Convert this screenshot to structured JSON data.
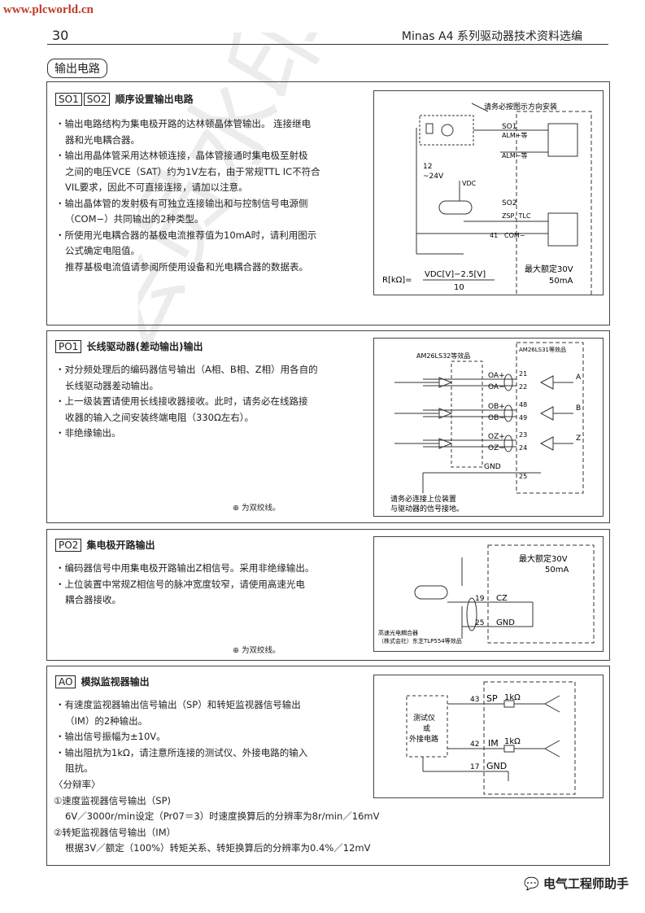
{
  "header": {
    "site": "www.plcworld.cn",
    "page_number": "30",
    "doc_title": "Minas A4 系列驱动器技术资料选编"
  },
  "section_chip": "输出电路",
  "so": {
    "tags": [
      "SO1",
      "SO2"
    ],
    "title": "顺序设置输出电路",
    "bullets": [
      [
        "・输出电路结构为集电极开路的达林顿晶体管输出。 连接继电",
        "器和光电耦合器。"
      ],
      [
        "・输出用晶体管采用达林顿连接，晶体管接通时集电极至射极",
        "之间的电压VCE（SAT）约为1V左右，由于常规TTL IC不符合",
        "VIL要求，因此不可直接连接，请加以注意。"
      ],
      [
        "・输出晶体管的发射极有可独立连接输出和与控制信号电源侧",
        "（COM−）共同输出的2种类型。"
      ],
      [
        "・所使用光电耦合器的基极电流推荐值为10mA时，请利用图示",
        "公式确定电阻值。",
        "推荐基极电流值请参阅所使用设备和光电耦合器的数据表。"
      ]
    ],
    "diagram": {
      "install_note": "请务必按图示方向安装",
      "so1": "SO1",
      "alm_plus": "ALM+等",
      "alm_minus": "ALM−等",
      "v12": "12",
      "v24": "~24V",
      "vdc": "VDC",
      "so2": "SO2",
      "zsp": "ZSP, TLC",
      "pin41": "41",
      "com": "COM−",
      "formula_left": "R[kΩ]=",
      "formula_num": "VDC[V]−2.5[V]",
      "formula_den": "10",
      "rating1": "最大额定30V",
      "rating2": "50mA"
    }
  },
  "po1": {
    "tag": "PO1",
    "title": "长线驱动器(差动输出)输出",
    "bullets": [
      [
        "・对分频处理后的编码器信号输出（A相、B相、Z相）用各自的",
        "长线驱动器差动输出。"
      ],
      [
        "・上一级装置请使用长线接收器接收。此时，请务必在线路接",
        "收器的输入之间安装终端电阻（330Ω左右）。"
      ],
      [
        "・非绝缘输出。"
      ]
    ],
    "twisted_note": "为双绞线。",
    "diagram": {
      "recv": "AM26LS32等效品",
      "drv": "AM26LS31等效品",
      "oa_p": "OA+",
      "oa_m": "OA−",
      "ob_p": "OB+",
      "ob_m": "OB−",
      "oz_p": "OZ+",
      "oz_m": "OZ−",
      "p21": "21",
      "p22": "22",
      "p48": "48",
      "p49": "49",
      "p23": "23",
      "p24": "24",
      "p25": "25",
      "gnd": "GND",
      "a": "A",
      "b": "B",
      "z": "Z",
      "note1": "请务必连接上位装置",
      "note2": "与驱动器的信号接地。"
    }
  },
  "po2": {
    "tag": "PO2",
    "title": "集电极开路输出",
    "bullets": [
      [
        "・编码器信号中用集电极开路输出Z相信号。采用非绝缘输出。"
      ],
      [
        "・上位装置中常规Z相信号的脉冲宽度较窄，请使用高速光电",
        "耦合器接收。"
      ]
    ],
    "twisted_note": "为双绞线。",
    "diagram": {
      "rating1": "最大额定30V",
      "rating2": "50mA",
      "p19": "19",
      "cz": "CZ",
      "p25": "25",
      "gnd": "GND",
      "opto1": "高速光电耦合器",
      "opto2": "（株式会社）东芝TLP554等效品"
    }
  },
  "ao": {
    "tag": "AO",
    "title": "模拟监视器输出",
    "bullets": [
      [
        "・有速度监视器输出信号输出（SP）和转矩监视器信号输出",
        "（IM）的2种输出。"
      ],
      [
        "・输出信号振幅为±10V。"
      ],
      [
        "・输出阻抗为1kΩ，请注意所连接的测试仪、外接电路的输入",
        "阻抗。"
      ]
    ],
    "resolution": [
      "〈分辩率〉",
      "①速度监视器信号输出（SP)",
      "6V／3000r/min设定（Pr07＝3）时速度换算后的分辨率为8r/min／16mV",
      "②转矩监视器信号输出（IM）",
      "根据3V／额定（100%）转矩关系、转矩换算后的分辨率为0.4%／12mV"
    ],
    "diagram": {
      "p43": "43",
      "sp": "SP",
      "r1": "1kΩ",
      "meter1": "测试仪",
      "meter2": "或",
      "meter3": "外接电路",
      "p42": "42",
      "im": "IM",
      "r2": "1kΩ",
      "p17": "17",
      "gnd": "GND"
    }
  },
  "footer": "电气工程师助手",
  "colors": {
    "site": "#c0392b",
    "line": "#333333"
  }
}
